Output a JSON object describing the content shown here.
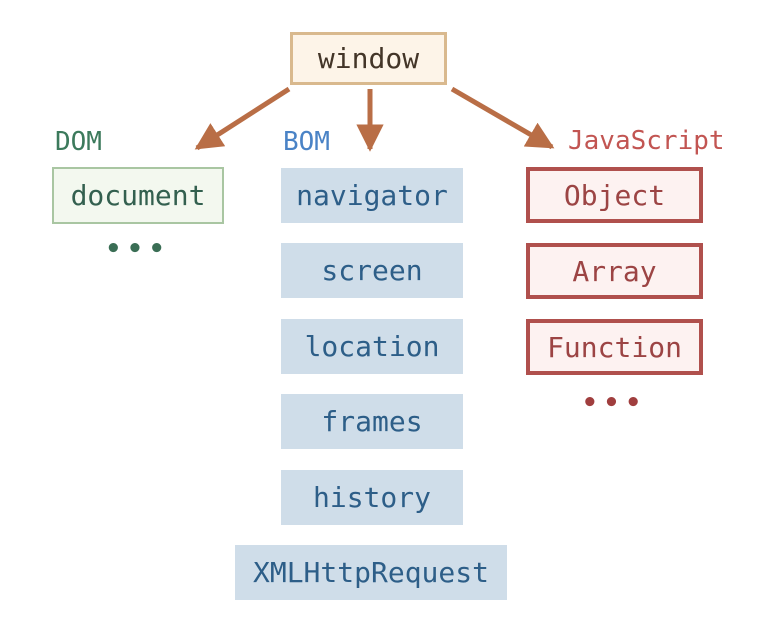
{
  "diagram": {
    "title_hint": "browser environment object hierarchy",
    "root": {
      "label": "window"
    },
    "columns": {
      "dom": {
        "label": "DOM",
        "items": [
          "document"
        ],
        "ellipsis": "•••"
      },
      "bom": {
        "label": "BOM",
        "items": [
          "navigator",
          "screen",
          "location",
          "frames",
          "history",
          "XMLHttpRequest"
        ]
      },
      "js": {
        "label": "JavaScript",
        "items": [
          "Object",
          "Array",
          "Function"
        ],
        "ellipsis": "•••"
      }
    },
    "colors": {
      "arrow": "#b96e46",
      "window_border": "#d9b98e",
      "window_bg": "#fdf4e8",
      "window_text": "#433528",
      "dom_label": "#3c7a5c",
      "dom_border": "#a9c6a2",
      "dom_bg": "#f3f8ef",
      "dom_text": "#33604f",
      "bom_label": "#4a83c6",
      "bom_bg": "#cfdde9",
      "bom_text": "#2d5e88",
      "js_label": "#c25552",
      "js_border": "#b0504d",
      "js_bg": "#fdf2f1",
      "js_text": "#9c4444",
      "background": "#ffffff"
    }
  }
}
